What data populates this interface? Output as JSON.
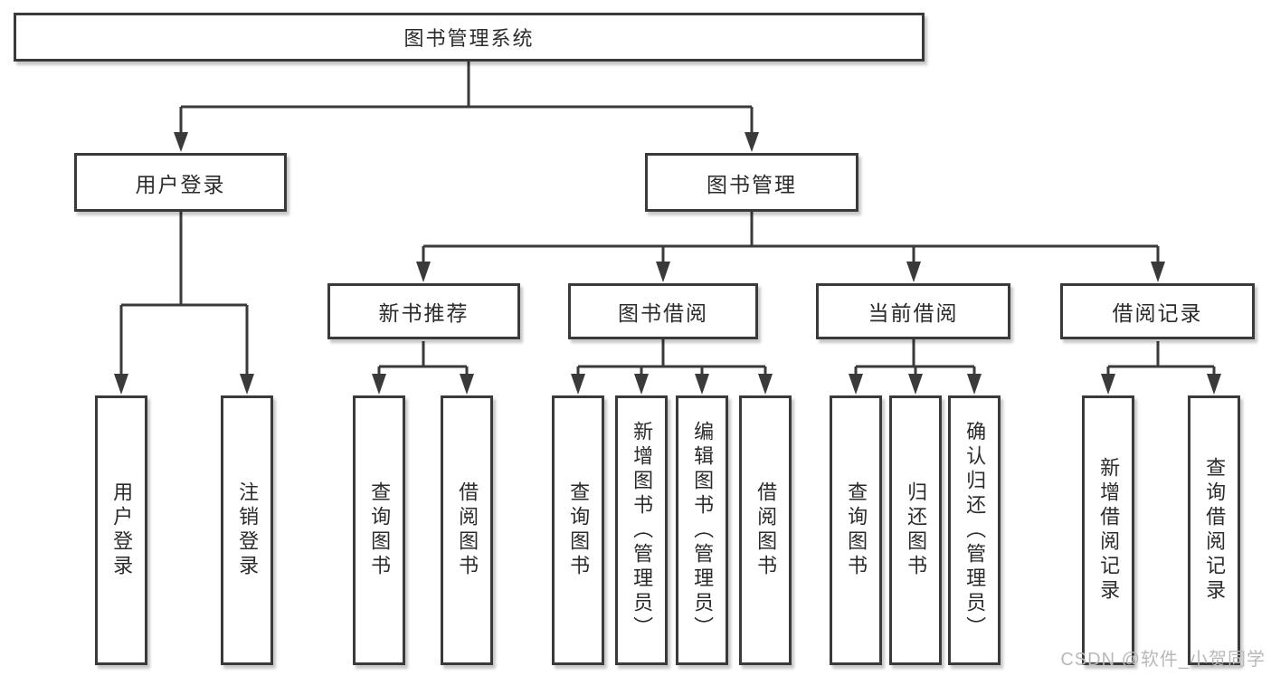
{
  "colors": {
    "line": "#3a3a3a",
    "box_border": "#3a3a3a",
    "box_fill": "#ffffff",
    "text": "#2b2b2b",
    "watermark": "#b9b9b9",
    "background": "#ffffff"
  },
  "watermark": {
    "text": "CSDN @软件_小贺同学"
  },
  "tree": {
    "root": {
      "label": "图书管理系统"
    },
    "branches": [
      {
        "label": "用户登录",
        "children": [
          {
            "label": "用户登录"
          },
          {
            "label": "注销登录"
          }
        ]
      },
      {
        "label": "图书管理",
        "children": [
          {
            "label": "新书推荐",
            "children": [
              {
                "label": "查询图书"
              },
              {
                "label": "借阅图书"
              }
            ]
          },
          {
            "label": "图书借阅",
            "children": [
              {
                "label": "查询图书"
              },
              {
                "label": "新增图书（管理员）"
              },
              {
                "label": "编辑图书（管理员）"
              },
              {
                "label": "借阅图书"
              }
            ]
          },
          {
            "label": "当前借阅",
            "children": [
              {
                "label": "查询图书"
              },
              {
                "label": "归还图书"
              },
              {
                "label": "确认归还（管理员）"
              }
            ]
          },
          {
            "label": "借阅记录",
            "children": [
              {
                "label": "新增借阅记录"
              },
              {
                "label": "查询借阅记录"
              }
            ]
          }
        ]
      }
    ]
  }
}
